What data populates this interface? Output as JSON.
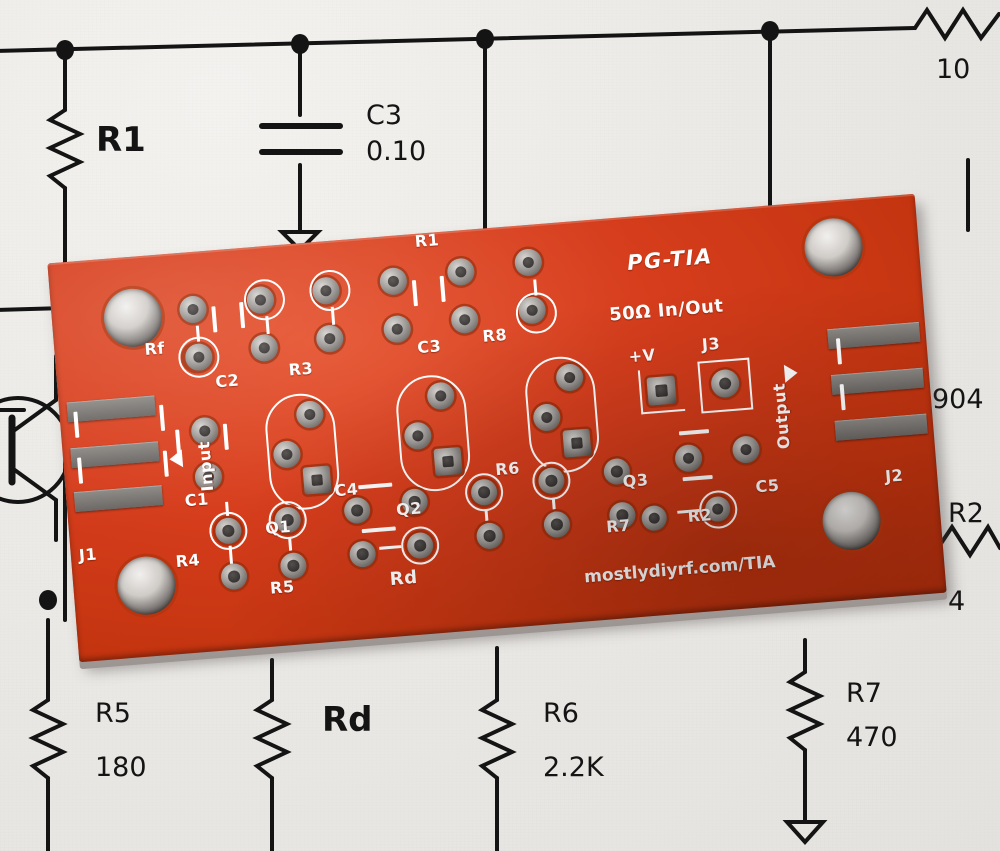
{
  "scene": {
    "description": "Photo of a red PG-TIA printed circuit board resting on a printed schematic diagram",
    "paper_color": "#ebe9e5",
    "pcb_color": "#d63d1c",
    "silkscreen_color": "#ffffff",
    "ink_color": "#141414"
  },
  "schematic": {
    "components": [
      {
        "ref": "R1",
        "value": "",
        "type": "resistor-vertical"
      },
      {
        "ref": "C3",
        "value": "0.10",
        "type": "capacitor"
      },
      {
        "ref": "",
        "value": "10",
        "type": "resistor-horizontal"
      },
      {
        "ref": "R5",
        "value": "180",
        "type": "resistor-vertical"
      },
      {
        "ref": "Rd",
        "value": "",
        "type": "resistor-vertical"
      },
      {
        "ref": "R6",
        "value": "2.2K",
        "type": "resistor-vertical"
      },
      {
        "ref": "R7",
        "value": "470",
        "type": "resistor-vertical"
      },
      {
        "ref": "R2",
        "value": "4",
        "type": "resistor-horizontal"
      },
      {
        "ref": "904",
        "value": "",
        "type": "transistor-part-number"
      },
      {
        "ref": "R2",
        "value": "",
        "type": "label-right-edge"
      }
    ],
    "labels": {
      "r1": "R1",
      "c3_ref": "C3",
      "c3_val": "0.10",
      "r10_val": "10",
      "r5_ref": "R5",
      "r5_val": "180",
      "rd_ref": "Rd",
      "r6_ref": "R6",
      "r6_val": "2.2K",
      "r7_ref": "R7",
      "r7_val": "470",
      "q904": "904",
      "r2_ref": "R2",
      "r2_val": "4",
      "r2b_ref": "R2"
    }
  },
  "pcb": {
    "brand": {
      "title": "PG-TIA",
      "subtitle": "50Ω In/Out",
      "url": "mostlydiyrf.com/TIA"
    },
    "ports": {
      "input": "Input",
      "output": "Output",
      "j1": "J1",
      "j2": "J2",
      "j3": "J3",
      "vplus": "+V"
    },
    "designators": [
      "Rf",
      "R1",
      "C2",
      "R3",
      "C3",
      "R8",
      "Q1",
      "Q2",
      "Q3",
      "C1",
      "R4",
      "R5",
      "C4",
      "Rd",
      "R6",
      "R7",
      "R2",
      "C5"
    ],
    "silk": {
      "rf": "Rf",
      "r1": "R1",
      "c2": "C2",
      "r3": "R3",
      "c3": "C3",
      "r8": "R8",
      "q1": "Q1",
      "q2": "Q2",
      "q3": "Q3",
      "c1": "C1",
      "r4": "R4",
      "r5": "R5",
      "c4": "C4",
      "rd": "Rd",
      "r6": "R6",
      "r7": "R7",
      "r2": "R2",
      "c5": "C5"
    }
  }
}
